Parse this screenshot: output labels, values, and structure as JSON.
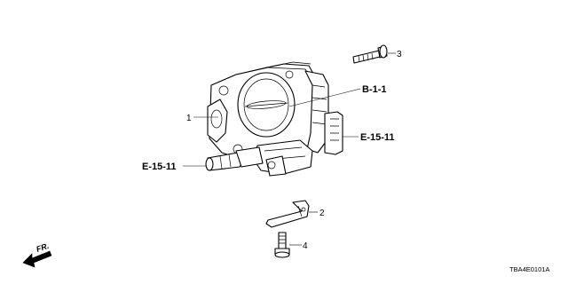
{
  "callouts": {
    "p1": "1",
    "p2": "2",
    "p3": "3",
    "p4": "4"
  },
  "refs": {
    "b_1_1": "B-1-1",
    "e_15_11_right": "E-15-11",
    "e_15_11_left": "E-15-11"
  },
  "direction": {
    "label": "FR."
  },
  "diagram_code": "TBA4E0101A"
}
